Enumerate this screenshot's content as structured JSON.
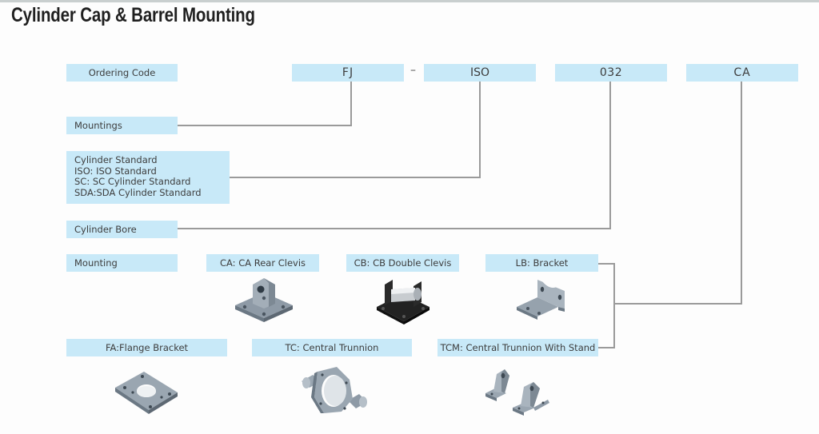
{
  "title": "Cylinder Cap & Barrel Mounting",
  "ordering_code": {
    "label": "Ordering Code",
    "segments": [
      "FJ",
      "ISO",
      "032",
      "CA"
    ],
    "separator": "–"
  },
  "legend": {
    "mountings": "Mountings",
    "cylinder_standard": [
      "Cylinder Standard",
      "ISO: ISO Standard",
      "SC: SC  Cylinder Standard",
      "SDA:SDA Cylinder Standard"
    ],
    "cylinder_bore": "Cylinder Bore",
    "mounting": "Mounting"
  },
  "mounting_options": [
    {
      "code": "CA",
      "label": "CA: CA Rear Clevis",
      "image": "rear-clevis-icon"
    },
    {
      "code": "CB",
      "label": "CB: CB Double Clevis",
      "image": "double-clevis-icon"
    },
    {
      "code": "LB",
      "label": "LB: Bracket",
      "image": "bracket-icon"
    },
    {
      "code": "FA",
      "label": "FA:Flange Bracket",
      "image": "flange-bracket-icon"
    },
    {
      "code": "TC",
      "label": "TC: Central Trunnion",
      "image": "central-trunnion-icon"
    },
    {
      "code": "TCM",
      "label": "TCM: Central Trunnion With Stand",
      "image": "trunnion-stand-icon"
    }
  ],
  "colors": {
    "box_fill": "#c8e9f8",
    "connector": "#9a9a9a",
    "part_gray": "#8e9aa6",
    "part_black": "#1e1e1e"
  }
}
